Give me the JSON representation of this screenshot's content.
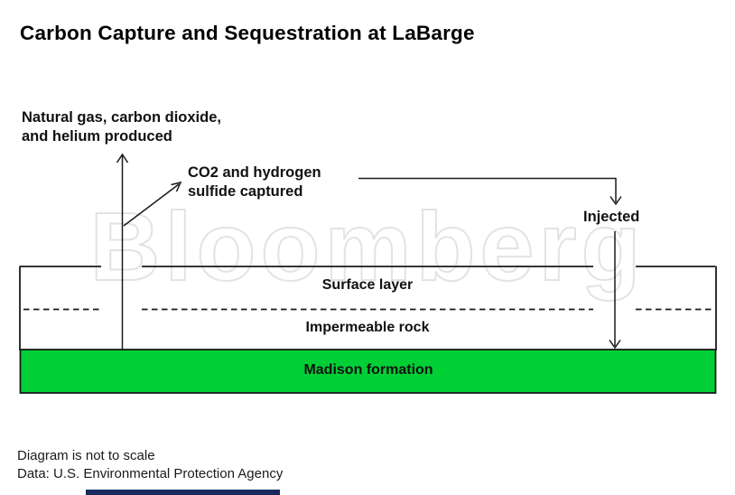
{
  "title": "Carbon Capture and Sequestration at LaBarge",
  "watermark": "Bloomberg",
  "annotations": {
    "produced": {
      "line1": "Natural gas, carbon dioxide,",
      "line2": "and helium produced"
    },
    "captured": {
      "line1": "CO2 and hydrogen",
      "line2": "sulfide captured"
    },
    "injected": "Injected"
  },
  "layers": {
    "surface": "Surface layer",
    "impermeable": "Impermeable rock",
    "madison": "Madison formation"
  },
  "colors": {
    "madison_green": "#00cf35",
    "line": "#1a1a1a",
    "watermark": "#e3e3e3",
    "footer_bar": "#1a2a5e"
  },
  "footer": {
    "note": "Diagram is not to scale",
    "source": "Data: U.S. Environmental Protection Agency"
  }
}
